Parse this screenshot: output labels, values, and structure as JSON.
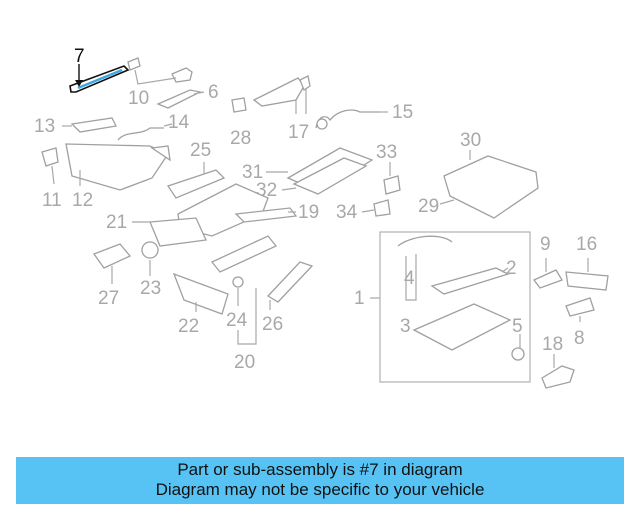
{
  "diagram": {
    "highlighted_part": "7",
    "callouts": [
      "1",
      "2",
      "3",
      "4",
      "5",
      "6",
      "7",
      "8",
      "9",
      "10",
      "11",
      "12",
      "13",
      "14",
      "15",
      "16",
      "17",
      "18",
      "19",
      "20",
      "21",
      "22",
      "23",
      "24",
      "25",
      "26",
      "27",
      "28",
      "29",
      "30",
      "31",
      "32",
      "33",
      "34"
    ]
  },
  "banner": {
    "line1": "Part or sub-assembly is #7 in diagram",
    "line2": "Diagram may not be specific to your vehicle"
  },
  "colors": {
    "banner_bg": "#57c3f5",
    "highlight": "#111111",
    "line_art": "#a0a0a0"
  }
}
